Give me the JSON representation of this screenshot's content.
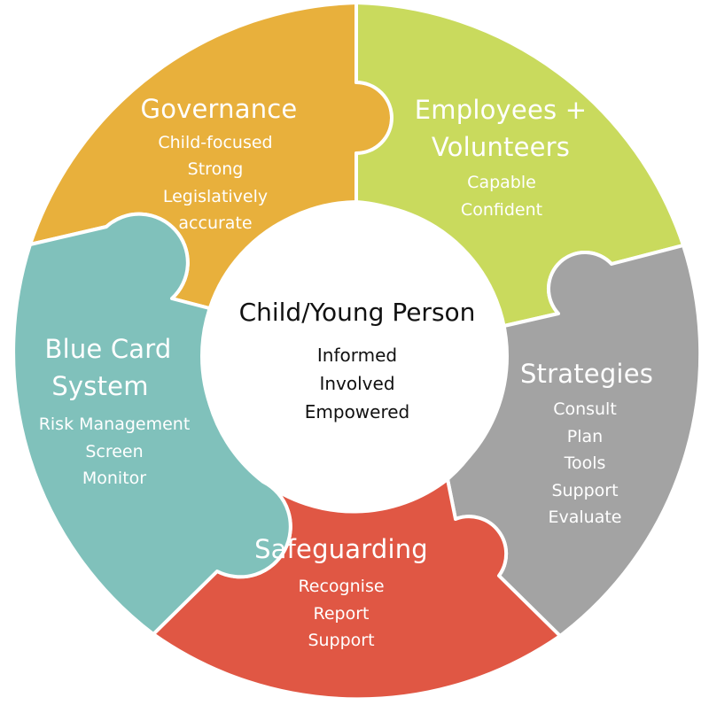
{
  "colors": {
    "governance": "#e8b03c",
    "employees": "#c9da5d",
    "strategies": "#a3a3a3",
    "safeguarding": "#e05744",
    "blue_card": "#80c1bb",
    "center": "#ffffff",
    "text_light": "#ffffff",
    "text_dark": "#111111"
  },
  "center": {
    "title": "Child/Young Person",
    "items": [
      "Informed",
      "Involved",
      "Empowered"
    ]
  },
  "segments": {
    "governance": {
      "title": "Governance",
      "items": [
        "Child-focused",
        "Strong",
        "Legislatively",
        "accurate"
      ]
    },
    "employees": {
      "title_lines": [
        "Employees +",
        "Volunteers"
      ],
      "items": [
        "Capable",
        "Confident"
      ]
    },
    "strategies": {
      "title": "Strategies",
      "items": [
        "Consult",
        "Plan",
        "Tools",
        "Support",
        "Evaluate"
      ]
    },
    "safeguarding": {
      "title": "Safeguarding",
      "items": [
        "Recognise",
        "Report",
        "Support"
      ]
    },
    "blue_card": {
      "title_lines": [
        "Blue Card",
        "System"
      ],
      "items": [
        "Risk Management",
        "Screen",
        "Monitor"
      ]
    }
  }
}
